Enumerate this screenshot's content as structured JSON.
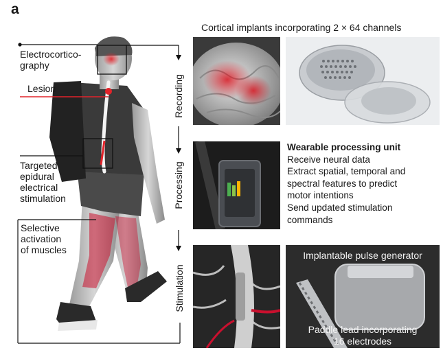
{
  "panel_label": "a",
  "labels": {
    "ecog_line1": "Electrocortico-",
    "ecog_line2": "graphy",
    "lesion": "Lesion",
    "stim_line1": "Targeted",
    "stim_line2": "epidural",
    "stim_line3": "electrical",
    "stim_line4": "stimulation",
    "muscle_line1": "Selective",
    "muscle_line2": "activation",
    "muscle_line3": "of muscles"
  },
  "stages": {
    "recording": "Recording",
    "processing": "Processing",
    "stimulation": "Stimulation"
  },
  "implant_caption": "Cortical implants incorporating 2 × 64 channels",
  "wearable": {
    "title": "Wearable processing unit",
    "line1": "Receive neural data",
    "line2": "Extract spatial, temporal and",
    "line3": "spectral features to predict",
    "line4": "motor intentions",
    "line5": "Send updated stimulation",
    "line6": "commands"
  },
  "ipg": {
    "title": "Implantable pulse generator",
    "lead_line1": "Paddle lead incorporating",
    "lead_line2": "16 electrodes"
  },
  "colors": {
    "lesion_red": "#e2232a",
    "activation_red": "#c8102e",
    "dark_photo": "#2c2c2c"
  }
}
